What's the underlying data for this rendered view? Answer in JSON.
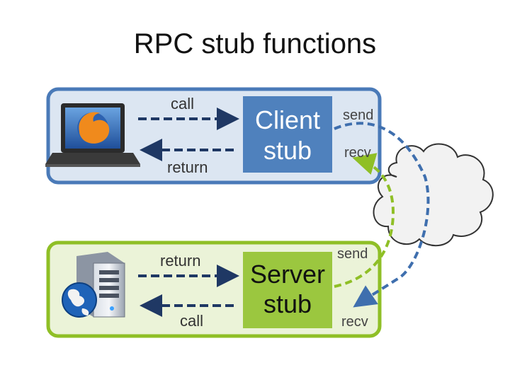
{
  "title": "RPC stub functions",
  "client": {
    "call_label": "call",
    "return_label": "return",
    "stub_line1": "Client",
    "stub_line2": "stub",
    "send_label": "send",
    "recv_label": "recv"
  },
  "server": {
    "return_label": "return",
    "call_label": "call",
    "stub_line1": "Server",
    "stub_line2": "stub",
    "send_label": "send",
    "recv_label": "recv"
  },
  "colors": {
    "client_border": "#4a7ab8",
    "client_fill": "#dce6f2",
    "client_stub": "#4f81bd",
    "server_border": "#8fbf26",
    "server_fill": "#ebf3d8",
    "server_stub": "#9bc73f",
    "arrow_dark": "#1f3864",
    "arrow_green": "#8fbf26",
    "arrow_blue": "#3f6fae",
    "cloud_fill": "#f2f2f2"
  },
  "icons": {
    "client_device": "laptop-firefox-icon",
    "server_device": "server-tower-globe-icon",
    "network": "cloud-icon"
  }
}
